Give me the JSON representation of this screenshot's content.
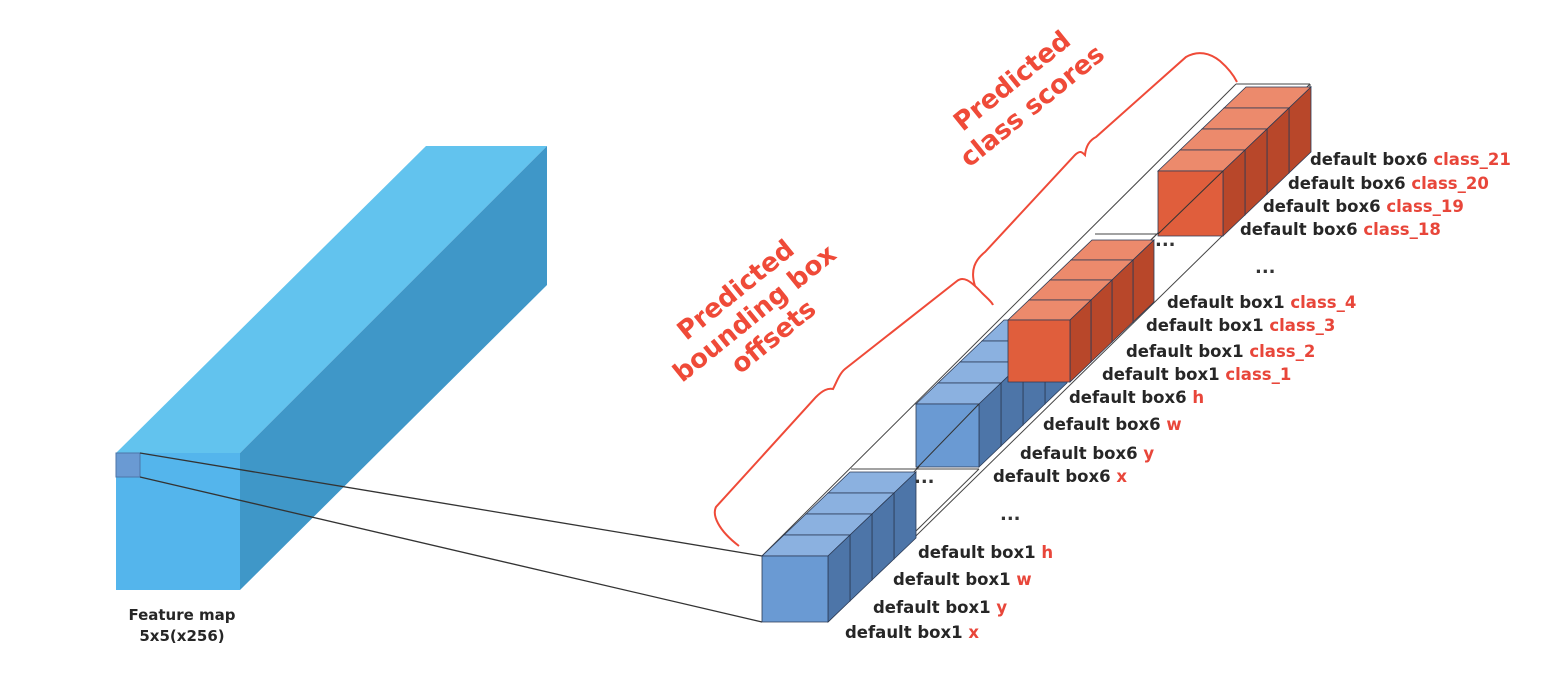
{
  "feature_map": {
    "label_line1": "Feature map",
    "label_line2": "5x5(x256)"
  },
  "headings": {
    "offsets_line1": "Predicted",
    "offsets_line2": "bounding box",
    "offsets_line3": "offsets",
    "scores_line1": "Predicted",
    "scores_line2": "class scores"
  },
  "ellipsis": "...",
  "labels": [
    {
      "prefix": "default box1",
      "suffix": "x"
    },
    {
      "prefix": "default box1",
      "suffix": "y"
    },
    {
      "prefix": "default box1",
      "suffix": "w"
    },
    {
      "prefix": "default box1",
      "suffix": "h"
    },
    {
      "prefix": "default box6",
      "suffix": "x"
    },
    {
      "prefix": "default box6",
      "suffix": "y"
    },
    {
      "prefix": "default box6",
      "suffix": "w"
    },
    {
      "prefix": "default box6",
      "suffix": "h"
    },
    {
      "prefix": "default box1",
      "suffix": "class_1"
    },
    {
      "prefix": "default box1",
      "suffix": "class_2"
    },
    {
      "prefix": "default box1",
      "suffix": "class_3"
    },
    {
      "prefix": "default box1",
      "suffix": "class_4"
    },
    {
      "prefix": "default box6",
      "suffix": "class_18"
    },
    {
      "prefix": "default box6",
      "suffix": "class_19"
    },
    {
      "prefix": "default box6",
      "suffix": "class_20"
    },
    {
      "prefix": "default box6",
      "suffix": "class_21"
    }
  ],
  "colors": {
    "feature_front": "#54b5ec",
    "feature_top": "#62c3ee",
    "feature_side": "#3f97c8",
    "blue_front": "#6a9ad3",
    "blue_top": "#8bb1e0",
    "blue_side": "#4d75a8",
    "red_front": "#e05e3c",
    "red_top": "#ec8a6c",
    "red_side": "#b8472a",
    "accent": "#ef4a38"
  }
}
